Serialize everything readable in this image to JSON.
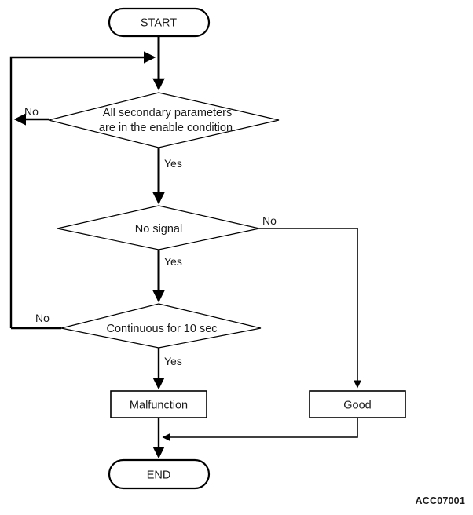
{
  "figure": {
    "id_label": "ACC07001",
    "type": "flowchart",
    "background_color": "#ffffff",
    "line_color": "#000000",
    "text_color": "#1a1a1a"
  },
  "nodes": {
    "start": {
      "label": "START",
      "shape": "terminator"
    },
    "decision_parameters": {
      "label_line1": "All secondary parameters",
      "label_line2": "are in the enable condition.",
      "shape": "decision"
    },
    "decision_no_signal": {
      "label": "No signal",
      "shape": "decision"
    },
    "decision_continuous": {
      "label": "Continuous for 10 sec",
      "shape": "decision"
    },
    "malfunction": {
      "label": "Malfunction",
      "shape": "process"
    },
    "good": {
      "label": "Good",
      "shape": "process"
    },
    "end": {
      "label": "END",
      "shape": "terminator"
    }
  },
  "edge_labels": {
    "parameters_no": "No",
    "parameters_yes": "Yes",
    "no_signal_no": "No",
    "no_signal_yes": "Yes",
    "continuous_no": "No",
    "continuous_yes": "Yes"
  }
}
